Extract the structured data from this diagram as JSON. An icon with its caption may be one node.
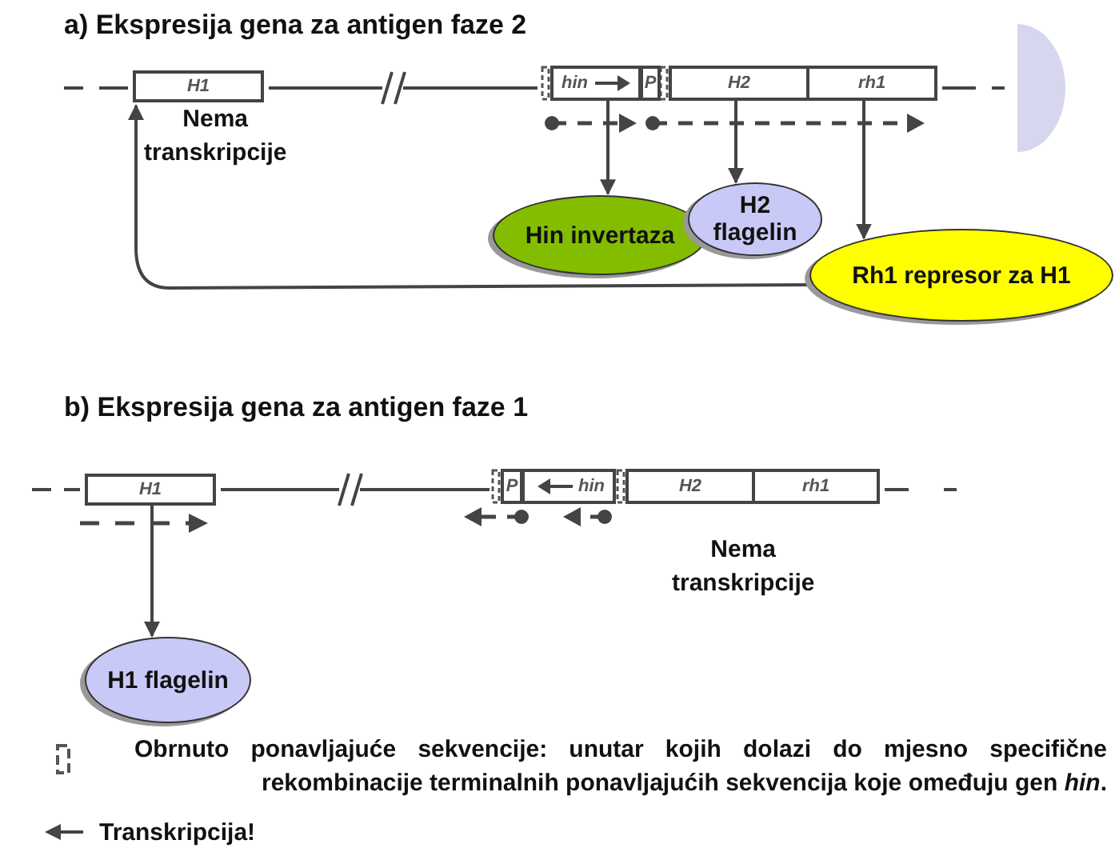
{
  "diagram": {
    "nodes": [
      {
        "text": [
          "H1"
        ]
      },
      {
        "text": [
          "hin"
        ]
      },
      {
        "text": [
          "P"
        ]
      },
      {
        "text": [
          "H2"
        ]
      },
      {
        "text": [
          "rh1"
        ]
      },
      {
        "text": [
          "Hin invertaza"
        ]
      },
      {
        "text": [
          "H2 flagelin"
        ]
      },
      {
        "text": [
          "Rh1 represor za H1"
        ]
      },
      {
        "text": [
          "H1"
        ]
      },
      {
        "text": [
          "P"
        ]
      },
      {
        "text": [
          "hin"
        ]
      },
      {
        "text": [
          "H2"
        ]
      },
      {
        "text": [
          "rh1"
        ]
      },
      {
        "text": [
          "H1 flagelin"
        ]
      },
      {
        "text": [],
        "shape": "circle"
      }
    ],
    "edges": [
      {
        "from": 1,
        "to": 5,
        "arrow": "to"
      },
      {
        "from": 3,
        "to": 6,
        "arrow": "to"
      },
      {
        "from": 4,
        "to": 7,
        "arrow": "to"
      },
      {
        "from": 7,
        "to": 0,
        "arrow": "to"
      },
      {
        "from": 8,
        "to": 13,
        "arrow": "to"
      }
    ],
    "labels": [
      "a) Ekspresija gena za antigen faze 2",
      "Nema transkripcije",
      "b) Ekspresija gena za antigen faze 1",
      "Nema transkripcije"
    ],
    "legend": [
      {
        "text": "Obrnuto ponavljajuće sekvencije: unutar kojih dolazi do mjesno specifične rekombinacije terminalnih ponavljajućih sekvencija koje omeđuju gen *hin*."
      },
      {
        "text": "Transkripcija!"
      }
    ]
  }
}
